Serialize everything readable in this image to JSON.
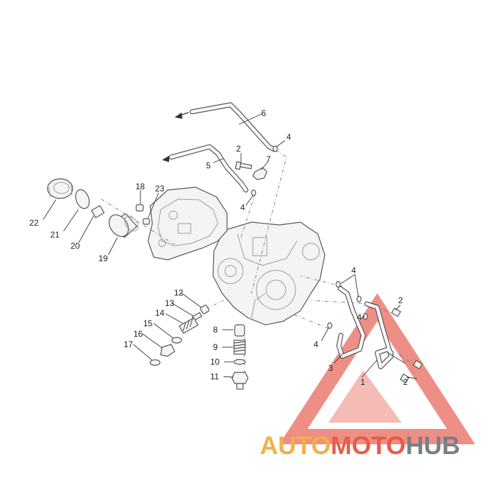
{
  "callouts": {
    "p1": "1",
    "p2a": "2",
    "p2b": "2",
    "p2c": "2",
    "p3": "3",
    "p4a": "4",
    "p4b": "4",
    "p4c": "4",
    "p4d": "4",
    "p4e": "4",
    "p5": "5",
    "p6": "6",
    "p7": "7",
    "p8": "8",
    "p9": "9",
    "p10": "10",
    "p11": "11",
    "p12": "12",
    "p13": "13",
    "p14": "14",
    "p15": "15",
    "p16": "16",
    "p17": "17",
    "p18": "18",
    "p19": "19",
    "p20": "20",
    "p21": "21",
    "p22": "22",
    "p23": "23"
  },
  "watermark": {
    "part1": "AUTO",
    "part2": "MOTO",
    "part3": "HUB",
    "colors": {
      "auto": "#f0b04a",
      "moto": "#e85c4a",
      "hub": "#7a7f88",
      "triangle": "#e86a5c"
    }
  }
}
